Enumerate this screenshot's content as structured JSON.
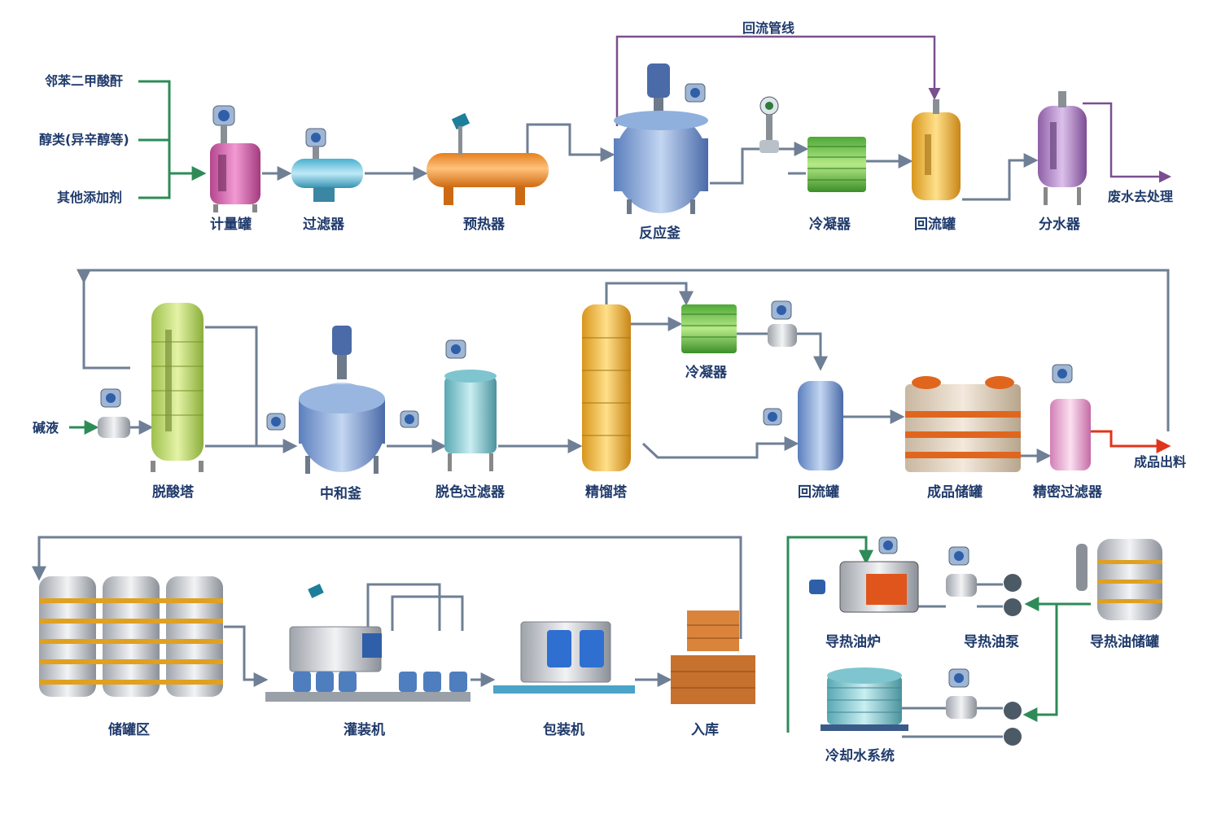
{
  "inputs": {
    "phthalic": "邻苯二甲酸酐",
    "alcohol": "醇类(异辛醇等)",
    "additive": "其他添加剂",
    "alkali": "碱液"
  },
  "pipes": {
    "reflux_line": "回流管线"
  },
  "outputs": {
    "wastewater": "废水去处理",
    "product_out": "成品出料"
  },
  "equipment": {
    "metering_tank": "计量罐",
    "filter": "过滤器",
    "preheater": "预热器",
    "reactor": "反应釜",
    "condenser1": "冷凝器",
    "reflux_tank1": "回流罐",
    "water_separator": "分水器",
    "deacid_tower": "脱酸塔",
    "neutralizer": "中和釜",
    "decolor_filter": "脱色过滤器",
    "distill_tower": "精馏塔",
    "condenser2": "冷凝器",
    "reflux_tank2": "回流罐",
    "product_storage": "成品储罐",
    "precision_filter": "精密过滤器",
    "storage_area": "储罐区",
    "filling_machine": "灌装机",
    "packing_machine": "包装机",
    "warehouse": "入库",
    "oil_furnace": "导热油炉",
    "oil_pump": "导热油泵",
    "oil_storage": "导热油储罐",
    "cooling_water": "冷却水系统"
  },
  "colors": {
    "pipe_grey": "#6f7f95",
    "pipe_green": "#2e8b57",
    "pipe_purple": "#7a4f8f",
    "product_red": "#e0351b",
    "label_blue": "#1f3a6b"
  }
}
